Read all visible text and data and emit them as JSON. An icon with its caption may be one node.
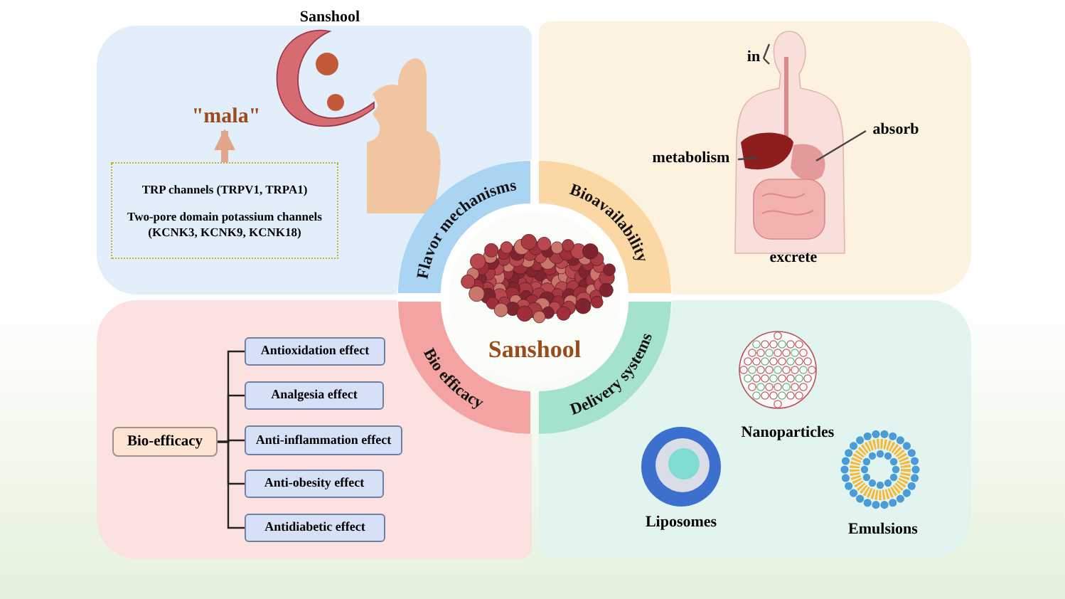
{
  "diagram": {
    "nodes": [
      {
        "text": [],
        "shape": "box"
      },
      {
        "text": [
          "Sanshool"
        ]
      },
      {
        "text": [
          "\"mala\""
        ],
        "in": 0
      },
      {
        "text": [
          "TRP channels (TRPV1, TRPA1)",
          "Two-pore domain potassium channels (KCNK3, KCNK9, KCNK18)"
        ],
        "in": 0
      },
      {
        "text": [],
        "shape": "box"
      },
      {
        "text": [
          "in"
        ],
        "in": 4
      },
      {
        "text": [
          "metabolism"
        ],
        "in": 4
      },
      {
        "text": [
          "absorb"
        ],
        "in": 4
      },
      {
        "text": [
          "excrete"
        ],
        "in": 4
      },
      {
        "text": [],
        "shape": "box"
      },
      {
        "text": [
          "Bio-efficacy"
        ],
        "in": 9
      },
      {
        "text": [
          "Antioxidation effect"
        ],
        "in": 9
      },
      {
        "text": [
          "Analgesia effect"
        ],
        "in": 9
      },
      {
        "text": [
          "Anti-inflammation effect"
        ],
        "in": 9
      },
      {
        "text": [
          "Anti-obesity effect"
        ],
        "in": 9
      },
      {
        "text": [
          "Antidiabetic effect"
        ],
        "in": 9
      },
      {
        "text": [],
        "shape": "box"
      },
      {
        "text": [
          "Nanoparticles"
        ],
        "in": 16
      },
      {
        "text": [
          "Liposomes"
        ],
        "in": 16
      },
      {
        "text": [
          "Emulsions"
        ],
        "in": 16
      },
      {
        "text": [
          "Flavor mechanisms"
        ],
        "in": 0
      },
      {
        "text": [
          "Bioavailability"
        ],
        "in": 4
      },
      {
        "text": [
          "Bio efficacy"
        ],
        "in": 9
      },
      {
        "text": [
          "Delivery systems"
        ],
        "in": 16
      },
      {
        "text": [
          "Sanshool"
        ]
      }
    ],
    "edges": [
      {
        "from": 3,
        "to": 2,
        "arrow": "to",
        "style": "thick",
        "color": "#e3a58a"
      },
      {
        "from": 5,
        "to": null,
        "arrow": "none"
      },
      {
        "from": 5,
        "to": null,
        "arrow": "none"
      },
      {
        "from": 6,
        "to": null,
        "arrow": "none"
      },
      {
        "from": 7,
        "to": null,
        "arrow": "none"
      },
      {
        "from": 10,
        "to": 11,
        "arrow": "none"
      },
      {
        "from": 10,
        "to": 12,
        "arrow": "none"
      },
      {
        "from": 10,
        "to": 13,
        "arrow": "none"
      },
      {
        "from": 10,
        "to": 14,
        "arrow": "none"
      },
      {
        "from": 10,
        "to": 15,
        "arrow": "none"
      }
    ]
  }
}
